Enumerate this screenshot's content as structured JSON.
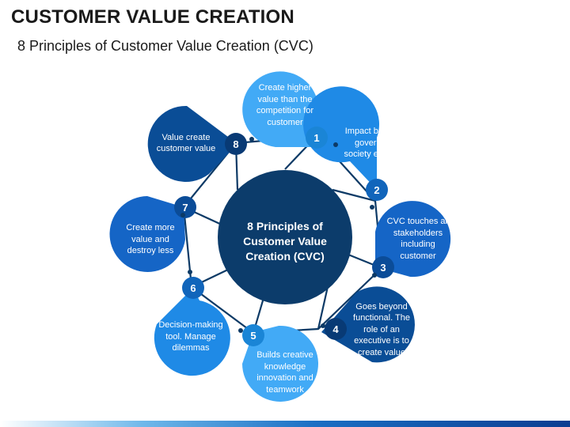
{
  "slide": {
    "title": "CUSTOMER VALUE CREATION",
    "subtitle": "8 Principles of Customer Value Creation (CVC)"
  },
  "center": {
    "label": "8 Principles of Customer Value Creation (CVC)"
  },
  "colors": {
    "light_blue": "#42aaf6",
    "mid_blue": "#1f8ae6",
    "royal_blue": "#1565c6",
    "dark_blue": "#0a4d96",
    "center_navy": "#0c3c6b",
    "connector": "#0d3a66"
  },
  "principles": [
    {
      "number": "1",
      "text": "Create higher value than the competition for customer"
    },
    {
      "number": "2",
      "text": "Impact business, government society education"
    },
    {
      "number": "3",
      "text": "CVC  touches all stakeholders including customer"
    },
    {
      "number": "4",
      "text": "Goes beyond functional. The role of an executive is to create value"
    },
    {
      "number": "5",
      "text": "Builds creative knowledge innovation and teamwork"
    },
    {
      "number": "6",
      "text": "Decision-making tool. Manage dilemmas"
    },
    {
      "number": "7",
      "text": "Create more value and destroy less"
    },
    {
      "number": "8",
      "text": "Value create customer value"
    }
  ]
}
